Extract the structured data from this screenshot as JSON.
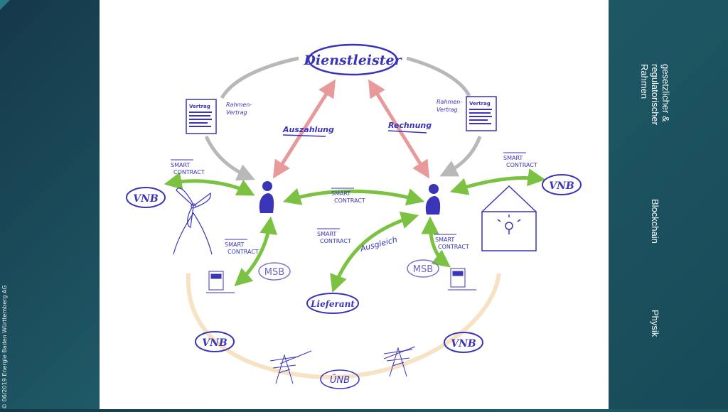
{
  "copyright": "© 06/2019 Energie Baden Württemberg AG",
  "sidebar": {
    "labels": [
      {
        "text": "gesetzlicher &\nregulatorischer\nRahmen"
      },
      {
        "text": "Blockchain"
      },
      {
        "text": "Physik"
      }
    ]
  },
  "diagram": {
    "dienstleister": "Dienstleister",
    "auszahlung": "Auszahlung",
    "rechnung": "Rechnung",
    "rahmenvertrag": "Rahmen-\nVertrag",
    "rahmenvertrag_left_1": "Rahmen-",
    "rahmenvertrag_left_2": "Vertrag",
    "rahmenvertrag_right_1": "Rahmen-",
    "rahmenvertrag_right_2": "Vertrag",
    "vertrag": "Vertrag",
    "smart": "SMART",
    "contract": "CONTRACT",
    "vnb": "VNB",
    "msb": "MSB",
    "lieferant": "Lieferant",
    "ausgleich": "Ausgleich",
    "unb": "ÜNB"
  },
  "colors": {
    "ink": "#3a34b8",
    "green": "#7cc242",
    "pink": "#e89a9a",
    "gray": "#b8b8b8",
    "peach": "#f7e3c4"
  }
}
